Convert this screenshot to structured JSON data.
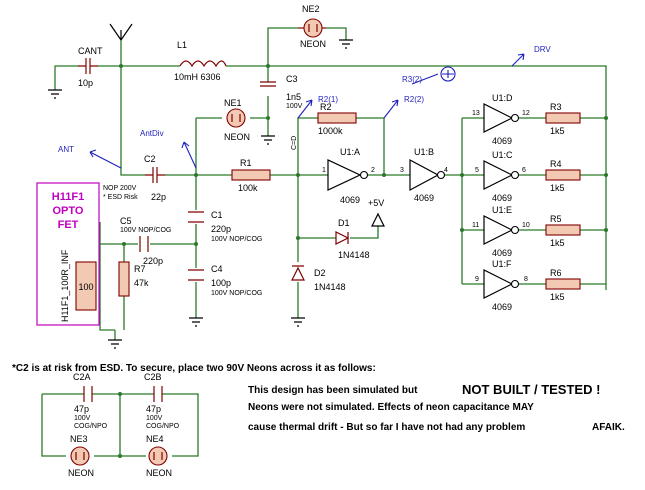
{
  "components": {
    "cant": {
      "name": "CANT",
      "value": "10p"
    },
    "l1": {
      "name": "L1",
      "value": "10mH 6306"
    },
    "ne2": {
      "name": "NE2",
      "value": "NEON"
    },
    "c3": {
      "name": "C3",
      "value": "1n5",
      "rating": "100V"
    },
    "ne1": {
      "name": "NE1",
      "value": "NEON"
    },
    "r2": {
      "name": "R2",
      "value": "1000k"
    },
    "c2": {
      "name": "C2",
      "value": "22p",
      "note1": "NOP 200V",
      "note2": "* ESD Risk"
    },
    "r1": {
      "name": "R1",
      "value": "100k"
    },
    "c1": {
      "name": "C1",
      "value": "220p",
      "rating": "100V NOP/COG"
    },
    "c4": {
      "name": "C4",
      "value": "100p",
      "rating": "100V NOP/COG"
    },
    "c5": {
      "name": "C5",
      "value": "220p",
      "rating": "100V NOP/COG"
    },
    "r7": {
      "name": "R7",
      "value": "47k"
    },
    "d1": {
      "name": "D1",
      "value": "1N4148"
    },
    "d2": {
      "name": "D2",
      "value": "1N4148"
    },
    "u1a": {
      "name": "U1:A",
      "value": "4069",
      "pin_in": "1",
      "pin_out": "2"
    },
    "u1b": {
      "name": "U1:B",
      "value": "4069",
      "pin_in": "3",
      "pin_out": "4"
    },
    "u1d": {
      "name": "U1:D",
      "value": "4069",
      "pin_in": "13",
      "pin_out": "12"
    },
    "u1c": {
      "name": "U1:C",
      "value": "4069",
      "pin_in": "5",
      "pin_out": "6"
    },
    "u1e": {
      "name": "U1:E",
      "value": "4069",
      "pin_in": "11",
      "pin_out": "10"
    },
    "u1f": {
      "name": "U1:F",
      "value": "4069",
      "pin_in": "9",
      "pin_out": "8"
    },
    "r3": {
      "name": "R3",
      "value": "1k5"
    },
    "r4": {
      "name": "R4",
      "value": "1k5"
    },
    "r5": {
      "name": "R5",
      "value": "1k5"
    },
    "r6": {
      "name": "R6",
      "value": "1k5"
    },
    "opto": {
      "title1": "H11F1",
      "title2": "OPTO",
      "title3": "FET",
      "part": "H11F1_100R_INF",
      "value": "100"
    },
    "c2a": {
      "name": "C2A",
      "value": "47p",
      "rating1": "100V",
      "rating2": "COG/NPO"
    },
    "c2b": {
      "name": "C2B",
      "value": "47p",
      "rating1": "100V",
      "rating2": "COG/NPO"
    },
    "ne3": {
      "name": "NE3",
      "value": "NEON"
    },
    "ne4": {
      "name": "NE4",
      "value": "NEON"
    }
  },
  "probes": {
    "ant": "ANT",
    "antdiv": "AntDiv",
    "drv": "DRV",
    "r2_1": "R2(1)",
    "r2_2": "R2(2)",
    "r3_2": "R3(2)",
    "supply": "+5V",
    "c_d": "C=D"
  },
  "notes": {
    "esd": "*C2 is at risk from ESD. To secure, place two 90V Neons across it as follows:",
    "sim1": "This design has been simulated but",
    "not_built": "NOT BUILT / TESTED !",
    "sim2": "Neons were not simulated.   Effects of neon capacitance MAY",
    "sim3": "cause thermal drift -   But so far I have not had any problem",
    "afaik": "AFAIK."
  },
  "colors": {
    "wire": "#2a7a2a",
    "component": "#800000",
    "probe": "#1f1fbf",
    "opto": "#c000c0"
  }
}
